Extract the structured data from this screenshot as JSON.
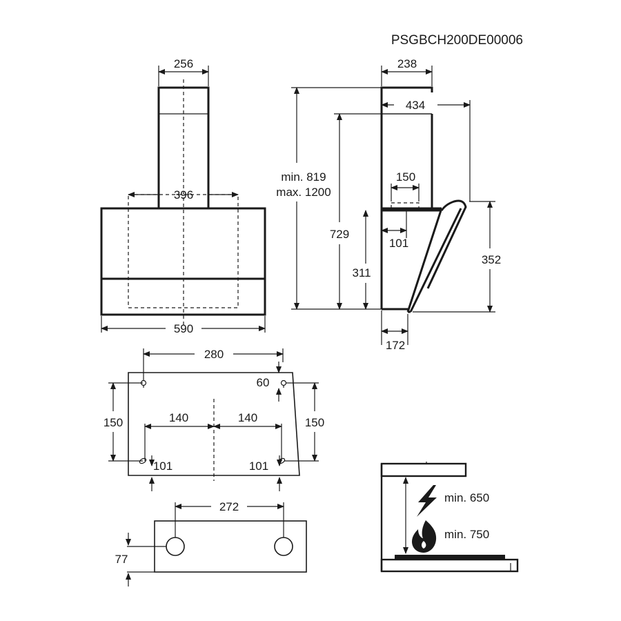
{
  "product_code": "PSGBCH200DE00006",
  "front_view": {
    "chimney_width": "256",
    "inner_width": "396",
    "total_width": "590"
  },
  "side_view": {
    "chimney_depth": "238",
    "total_depth": "434",
    "height_range_min": "min. 819",
    "height_range_max": "max. 1200",
    "duct_width": "150",
    "height_729": "729",
    "duct_offset": "101",
    "height_311": "311",
    "canopy_height": "352",
    "base_depth": "172"
  },
  "mounting_view": {
    "top_holes_distance": "280",
    "hole_offset": "60",
    "left_height": "150",
    "right_height": "150",
    "left_half": "140",
    "right_half": "140",
    "left_bottom": "101",
    "right_bottom": "101"
  },
  "bracket_view": {
    "holes_distance": "272",
    "height": "77"
  },
  "clearance_view": {
    "electric_min": "min. 650",
    "gas_min": "min. 750",
    "electric_icon": "lightning-icon",
    "gas_icon": "flame-icon"
  }
}
